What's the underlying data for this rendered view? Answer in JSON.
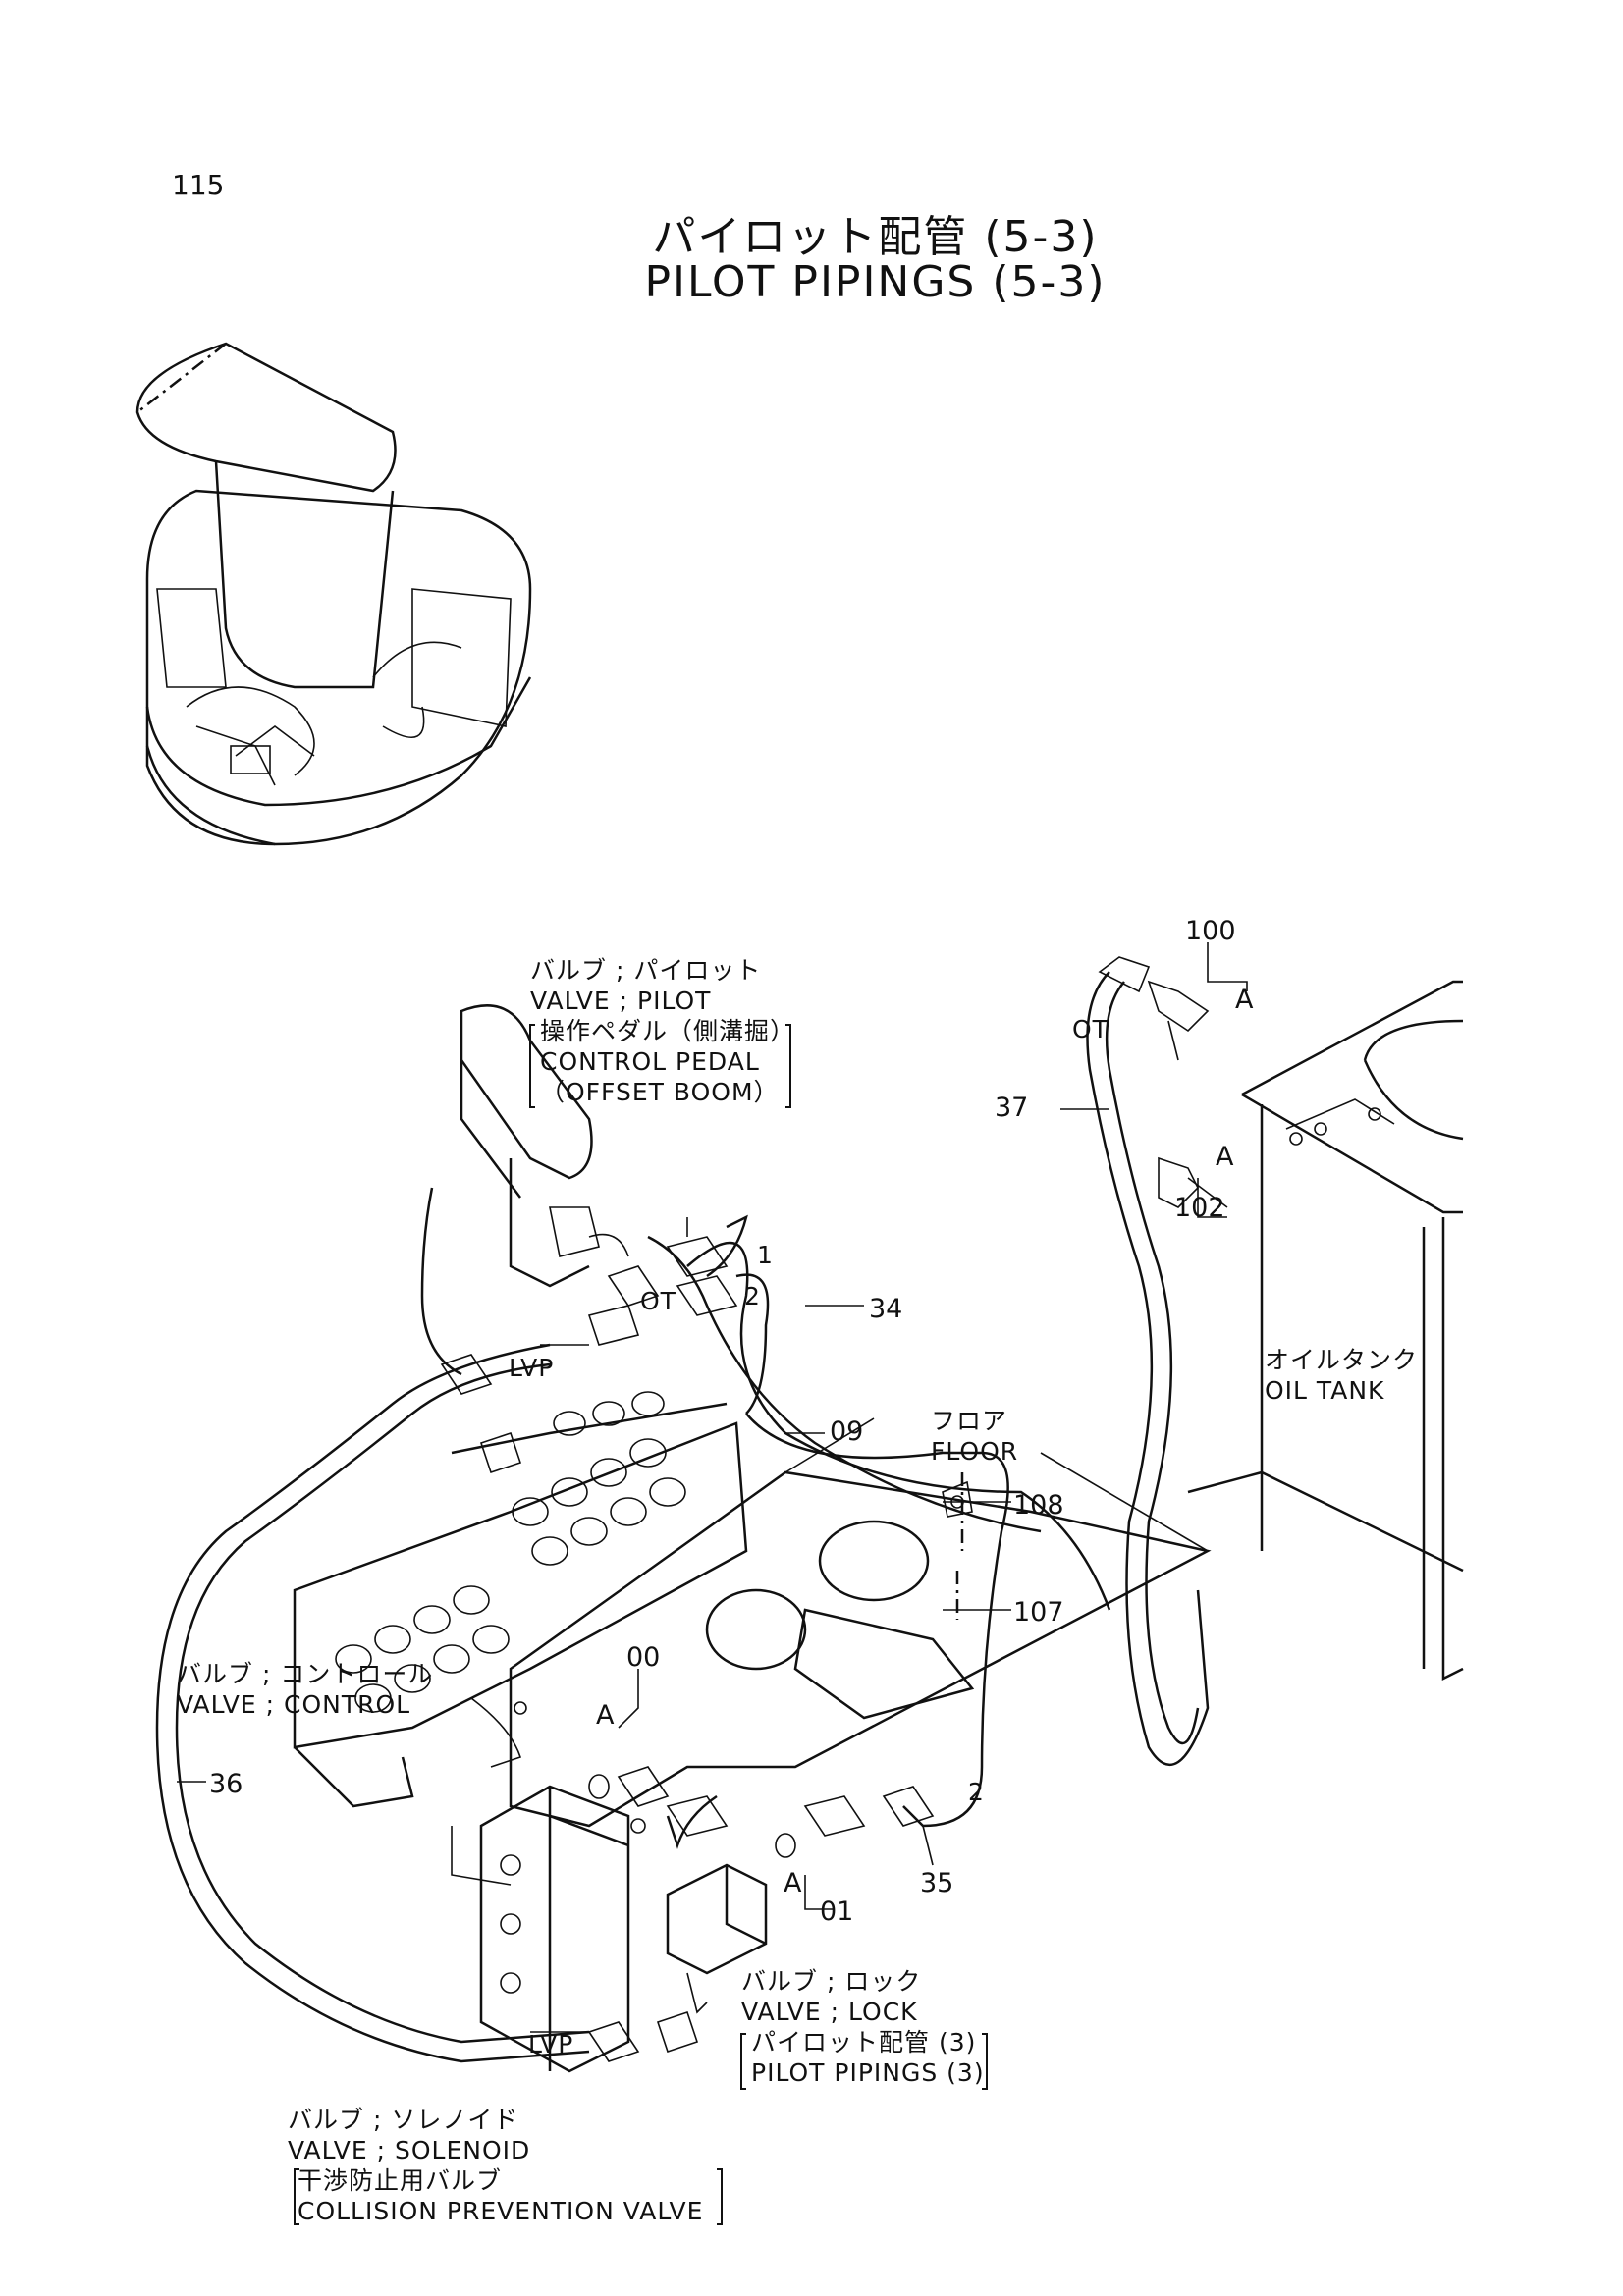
{
  "page_number": "115",
  "title_jp": "パイロット配管 (5-3)",
  "title_en": "PILOT PIPINGS (5-3)",
  "labels": {
    "valve_pilot": {
      "jp": "バルブ ; パイロット",
      "en": "VALVE ; PILOT",
      "sub_jp": "操作ペダル（側溝掘）",
      "sub_en1": "CONTROL PEDAL",
      "sub_en2": "（OFFSET BOOM）"
    },
    "oil_tank": {
      "jp": "オイルタンク",
      "en": "OIL TANK"
    },
    "floor": {
      "jp": "フロア",
      "en": "FLOOR"
    },
    "valve_control": {
      "jp": "バルブ ; コントロール",
      "en": "VALVE ; CONTROL"
    },
    "valve_lock": {
      "jp": "バルブ ; ロック",
      "en": "VALVE ; LOCK",
      "sub_jp": "パイロット配管 (3)",
      "sub_en": "PILOT PIPINGS (3)"
    },
    "valve_solenoid": {
      "jp": "バルブ ; ソレノイド",
      "en": "VALVE ; SOLENOID",
      "sub_jp": "干渉防止用バルブ",
      "sub_en": "COLLISION PREVENTION VALVE"
    }
  },
  "callouts": {
    "n100": "100",
    "n102": "102",
    "n37": "37",
    "n34": "34",
    "n09": "09",
    "n108": "108",
    "n107": "107",
    "n00": "00",
    "n36": "36",
    "n35": "35",
    "n01": "01",
    "nA1": "A",
    "nA2": "A",
    "nA3": "A",
    "nA4": "A",
    "hose1": "1",
    "hose2": "2",
    "hose2b": "2",
    "ot1": "OT",
    "ot2": "OT",
    "lvp1": "LVP",
    "lvp2": "LVP"
  }
}
